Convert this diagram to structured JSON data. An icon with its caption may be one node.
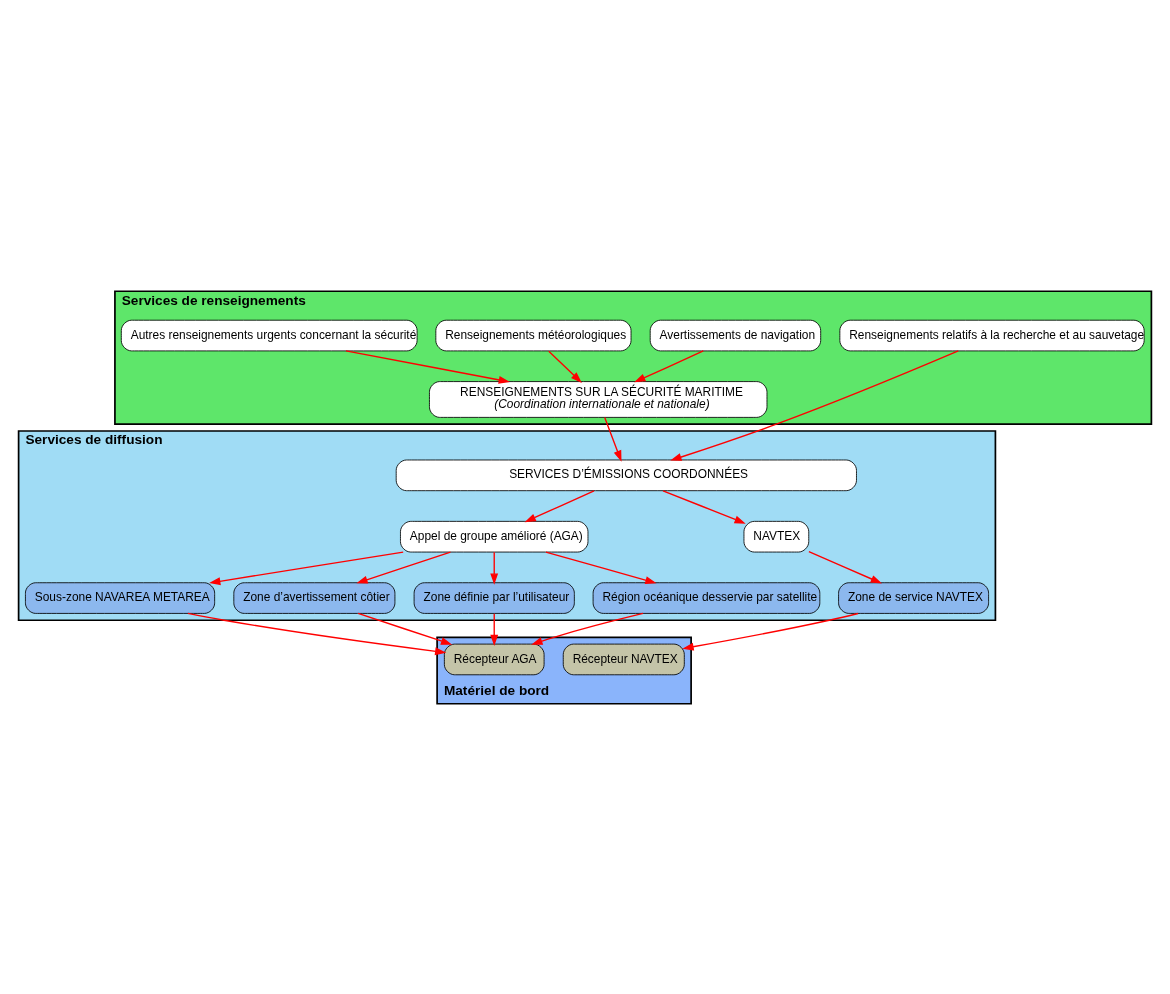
{
  "diagram": {
    "nodes": [
      {
        "text": [
          "Services de renseignements"
        ]
      },
      {
        "text": [
          "Avertissements de navigation"
        ],
        "in": 0
      },
      {
        "text": [
          "Renseignements météorologiques"
        ],
        "in": 0
      },
      {
        "text": [
          "Autres renseignements urgents concernant la sécurité"
        ],
        "in": 0
      },
      {
        "text": [
          "Renseignements relatifs à la recherche et au sauvetage"
        ],
        "in": 0
      },
      {
        "text": [
          "RENSEIGNEMENTS SUR LA SÉCURITÉ MARITIME",
          "(Coordination internationale et nationale)"
        ],
        "in": 0
      },
      {
        "text": [
          "Services de diffusion"
        ]
      },
      {
        "text": [
          "SERVICES D’ÉMISSIONS COORDONNÉES"
        ],
        "in": 6
      },
      {
        "text": [
          "Appel de groupe amélioré (AGA)"
        ],
        "in": 6
      },
      {
        "text": [
          "NAVTEX"
        ],
        "in": 6
      },
      {
        "text": [
          "Sous-zone NAVAREA METAREA"
        ],
        "in": 6
      },
      {
        "text": [
          "Zone d’avertissement côtier"
        ],
        "in": 6
      },
      {
        "text": [
          "Zone définie par l’utilisateur"
        ],
        "in": 6
      },
      {
        "text": [
          "Région océanique desservie par satellite"
        ],
        "in": 6
      },
      {
        "text": [
          "Zone de service NAVTEX"
        ],
        "in": 6
      },
      {
        "text": [
          "Matériel de bord"
        ]
      },
      {
        "text": [
          "Récepteur AGA"
        ],
        "in": 15
      },
      {
        "text": [
          "Récepteur NAVTEX"
        ],
        "in": 15
      }
    ],
    "edges": [
      {
        "from": 1,
        "to": 5,
        "arrow": "to"
      },
      {
        "from": 2,
        "to": 5,
        "arrow": "to"
      },
      {
        "from": 3,
        "to": 5,
        "arrow": "to"
      },
      {
        "from": 5,
        "to": 7,
        "arrow": "to"
      },
      {
        "from": 4,
        "to": 7,
        "arrow": "to"
      },
      {
        "from": 7,
        "to": 8,
        "arrow": "to"
      },
      {
        "from": 7,
        "to": 9,
        "arrow": "to"
      },
      {
        "from": 8,
        "to": 10,
        "arrow": "to"
      },
      {
        "from": 8,
        "to": 11,
        "arrow": "to"
      },
      {
        "from": 8,
        "to": 12,
        "arrow": "to"
      },
      {
        "from": 8,
        "to": 13,
        "arrow": "to"
      },
      {
        "from": 9,
        "to": 14,
        "arrow": "to"
      },
      {
        "from": 10,
        "to": 16,
        "arrow": "to"
      },
      {
        "from": 11,
        "to": 16,
        "arrow": "to"
      },
      {
        "from": 12,
        "to": 16,
        "arrow": "to"
      },
      {
        "from": 13,
        "to": 16,
        "arrow": "to"
      },
      {
        "from": 14,
        "to": 17,
        "arrow": "to"
      }
    ]
  }
}
